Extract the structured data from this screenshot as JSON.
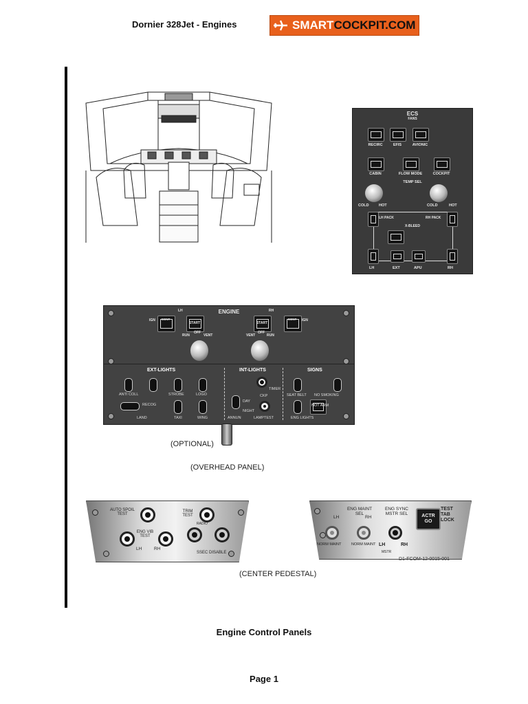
{
  "header": {
    "title": "Dornier 328Jet - Engines",
    "logo_part1": "SMART",
    "logo_part2": "COCKPIT.COM"
  },
  "ecs_panel": {
    "title": "ECS",
    "fans_label": "FANS",
    "buttons": [
      "RECIRC",
      "EFIS",
      "AVIONIC"
    ],
    "cabin": "CABIN",
    "flow_mode": "FLOW MODE",
    "cockpit": "COCKPIT",
    "temp_sel": "TEMP SEL",
    "cold_l": "COLD",
    "hot_l": "HOT",
    "cold_r": "COLD",
    "hot_r": "HOT",
    "lh_pack": "LH PACK",
    "rh_pack": "RH PACK",
    "x_bleed": "X-BLEED",
    "bottom": [
      "LH",
      "EXT",
      "APU",
      "RH"
    ]
  },
  "engine_panel": {
    "title": "ENGINE",
    "lh": "LH",
    "rh": "RH",
    "cont": "CONT",
    "start": "START",
    "ign": "IGN",
    "run": "RUN",
    "off": "OFF",
    "vent": "VENT",
    "ext_lights": "EXT-LIGHTS",
    "int_lights": "INT-LIGHTS",
    "signs": "SIGNS",
    "anti_coll": "ANTI COLL",
    "strobe": "STROBE",
    "logo": "LOGO",
    "land": "LAND",
    "taxi": "TAXI",
    "wing": "WING",
    "recog": "RECOG",
    "day": "DAY",
    "night": "NIGHT",
    "annun": "ANNUN",
    "lamptest": "LAMPTEST",
    "timer": "TIMER",
    "ckp": "CKP",
    "seat_belt": "SEAT BELT",
    "no_smoking": "NO SMOKING",
    "eng_lights": "ENG LIGHTS",
    "not_arm": "NOT ARM"
  },
  "captions": {
    "optional": "(OPTIONAL)",
    "overhead": "(OVERHEAD PANEL)",
    "center_pedestal": "(CENTER PEDESTAL)",
    "figure_id": "D1-FCOM-12-0015-001",
    "figure_title": "Engine Control Panels",
    "page": "Page 1"
  },
  "pedestal_left": {
    "auto_spoil_test": "AUTO SPOIL TEST",
    "trim_test": "TRIM TEST",
    "eng_vib_test": "ENG VIB TEST",
    "lh": "LH",
    "rh": "RH",
    "radio": "RADIO",
    "ssec_disable": "SSEC DISABLE"
  },
  "pedestal_right": {
    "eng_maint_sel": "ENG MAINT SEL",
    "eng_sync_mstr_sel": "ENG SYNC MSTR SEL",
    "lh": "LH",
    "rh": "RH",
    "norm_maint_1": "NORM MAINT",
    "norm_maint_2": "NORM MAINT",
    "lh2": "LH",
    "rh2": "RH",
    "mstr": "MSTR",
    "actr_go": "ACTR GO",
    "test_tab_lock": "TEST TAB LOCK"
  }
}
